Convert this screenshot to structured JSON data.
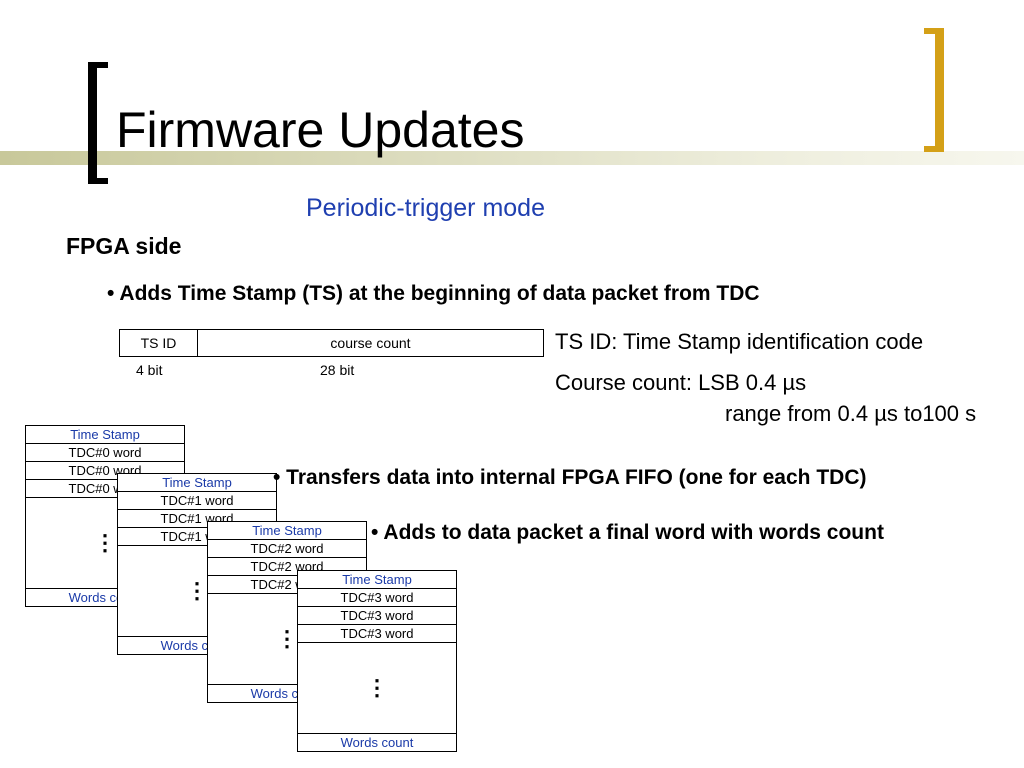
{
  "slide": {
    "title": "Firmware Updates",
    "subtitle": "Periodic-trigger mode",
    "section_heading": "FPGA side",
    "colors": {
      "subtitle": "#1f3fb0",
      "right_bracket": "#d4a017",
      "title_band": "#d8d8b8"
    }
  },
  "bullets": [
    "• Adds Time Stamp (TS) at the beginning of data packet from TDC",
    "• Transfers data into internal FPGA FIFO (one for each TDC)",
    "• Adds to data packet a final word with words count"
  ],
  "ts_format": {
    "fields": [
      {
        "label": "TS ID",
        "bits": "4 bit"
      },
      {
        "label": "course count",
        "bits": "28 bit"
      }
    ],
    "notes": [
      "TS ID: Time Stamp identification code",
      "Course count: LSB 0.4 µs",
      "range from 0.4 µs to100 s"
    ]
  },
  "fifos": [
    {
      "header": "Time Stamp",
      "words": [
        "TDC#0 word",
        "TDC#0 word",
        "TDC#0 word"
      ],
      "ellipsis": "⋮",
      "footer": "Words count"
    },
    {
      "header": "Time Stamp",
      "words": [
        "TDC#1 word",
        "TDC#1 word",
        "TDC#1 word"
      ],
      "ellipsis": "⋮",
      "footer": "Words count"
    },
    {
      "header": "Time Stamp",
      "words": [
        "TDC#2 word",
        "TDC#2 word",
        "TDC#2 word"
      ],
      "ellipsis": "⋮",
      "footer": "Words count"
    },
    {
      "header": "Time Stamp",
      "words": [
        "TDC#3 word",
        "TDC#3 word",
        "TDC#3 word"
      ],
      "ellipsis": "⋮",
      "footer": "Words count"
    }
  ]
}
